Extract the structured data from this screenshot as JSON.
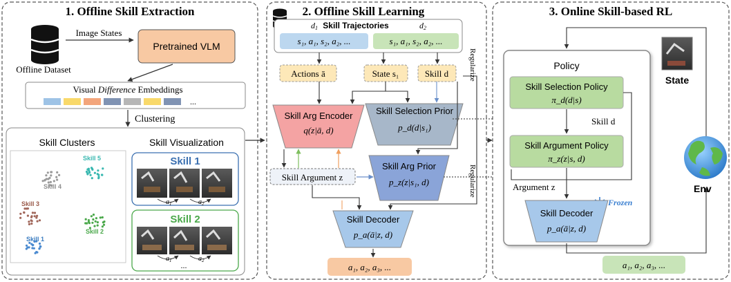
{
  "panel1": {
    "title": "1. Offline Skill Extraction",
    "dataset_label": "Offline Dataset",
    "image_states_label": "Image States",
    "vlm_label": "Pretrained VLM",
    "embeddings_prefix": "Visual ",
    "embeddings_italic": "Difference",
    "embeddings_suffix": " Embeddings",
    "embeddings_ellipsis": "...",
    "clustering_label": "Clustering",
    "clusters_title": "Skill Clusters",
    "visualization_title": "Skill Visualization",
    "cluster_names": [
      "Skill 5",
      "Skill 4",
      "Skill 3",
      "Skill 2",
      "Skill 1"
    ],
    "skill1_label": "Skill 1",
    "skill2_label": "Skill 2",
    "a1": "a",
    "a2": "a",
    "sub1": "1",
    "sub2": "2",
    "viz_ellipsis": "...",
    "embedding_colors": [
      "#9ec3e6",
      "#f9d96a",
      "#f3a57b",
      "#8093b3",
      "#b6b6b6",
      "#f9d96a",
      "#8093b3"
    ]
  },
  "panel2": {
    "title": "2. Offline Skill Learning",
    "trajectories_title": "Skill Trajectories",
    "d1": "d",
    "d1_sub": "1",
    "d2": "d",
    "d2_sub": "2",
    "traj1": "s₁, a₁, s₂, a₂, ...",
    "traj2": "s₁, a₁, s₂, a₂, ...",
    "actions_label": "Actions ā",
    "state_label": "State s₁",
    "skill_d_label": "Skill d",
    "arg_encoder_title": "Skill Arg Encoder",
    "arg_encoder_formula": "q(z|ā, d)",
    "selection_prior_title": "Skill Selection Prior",
    "selection_prior_formula": "p_d(d|s₁)",
    "skill_argument_label": "Skill Argument z",
    "arg_prior_title": "Skill Arg Prior",
    "arg_prior_formula": "p_z(z|s₁, d)",
    "decoder_title": "Skill Decoder",
    "decoder_formula": "p_a(ā|z, d)",
    "output_label": "a₁, a₂, a₃, ...",
    "regularize_top": "Regularize",
    "regularize_bottom": "Regularize"
  },
  "panel3": {
    "title": "3. Online Skill-based RL",
    "policy_label": "Policy",
    "selection_policy_title": "Skill Selection Policy",
    "selection_policy_formula": "π_d(d|s)",
    "skill_d_label": "Skill d",
    "argument_policy_title": "Skill Argument Policy",
    "argument_policy_formula": "π_z(z|s, d)",
    "argument_z_label": "Argument z",
    "frozen_label": "Frozen",
    "decoder_title": "Skill Decoder",
    "decoder_formula": "p_a(ā|z, d)",
    "state_label": "State",
    "env_label": "Env",
    "actions_label": "a₁, a₂, a₃, ..."
  }
}
